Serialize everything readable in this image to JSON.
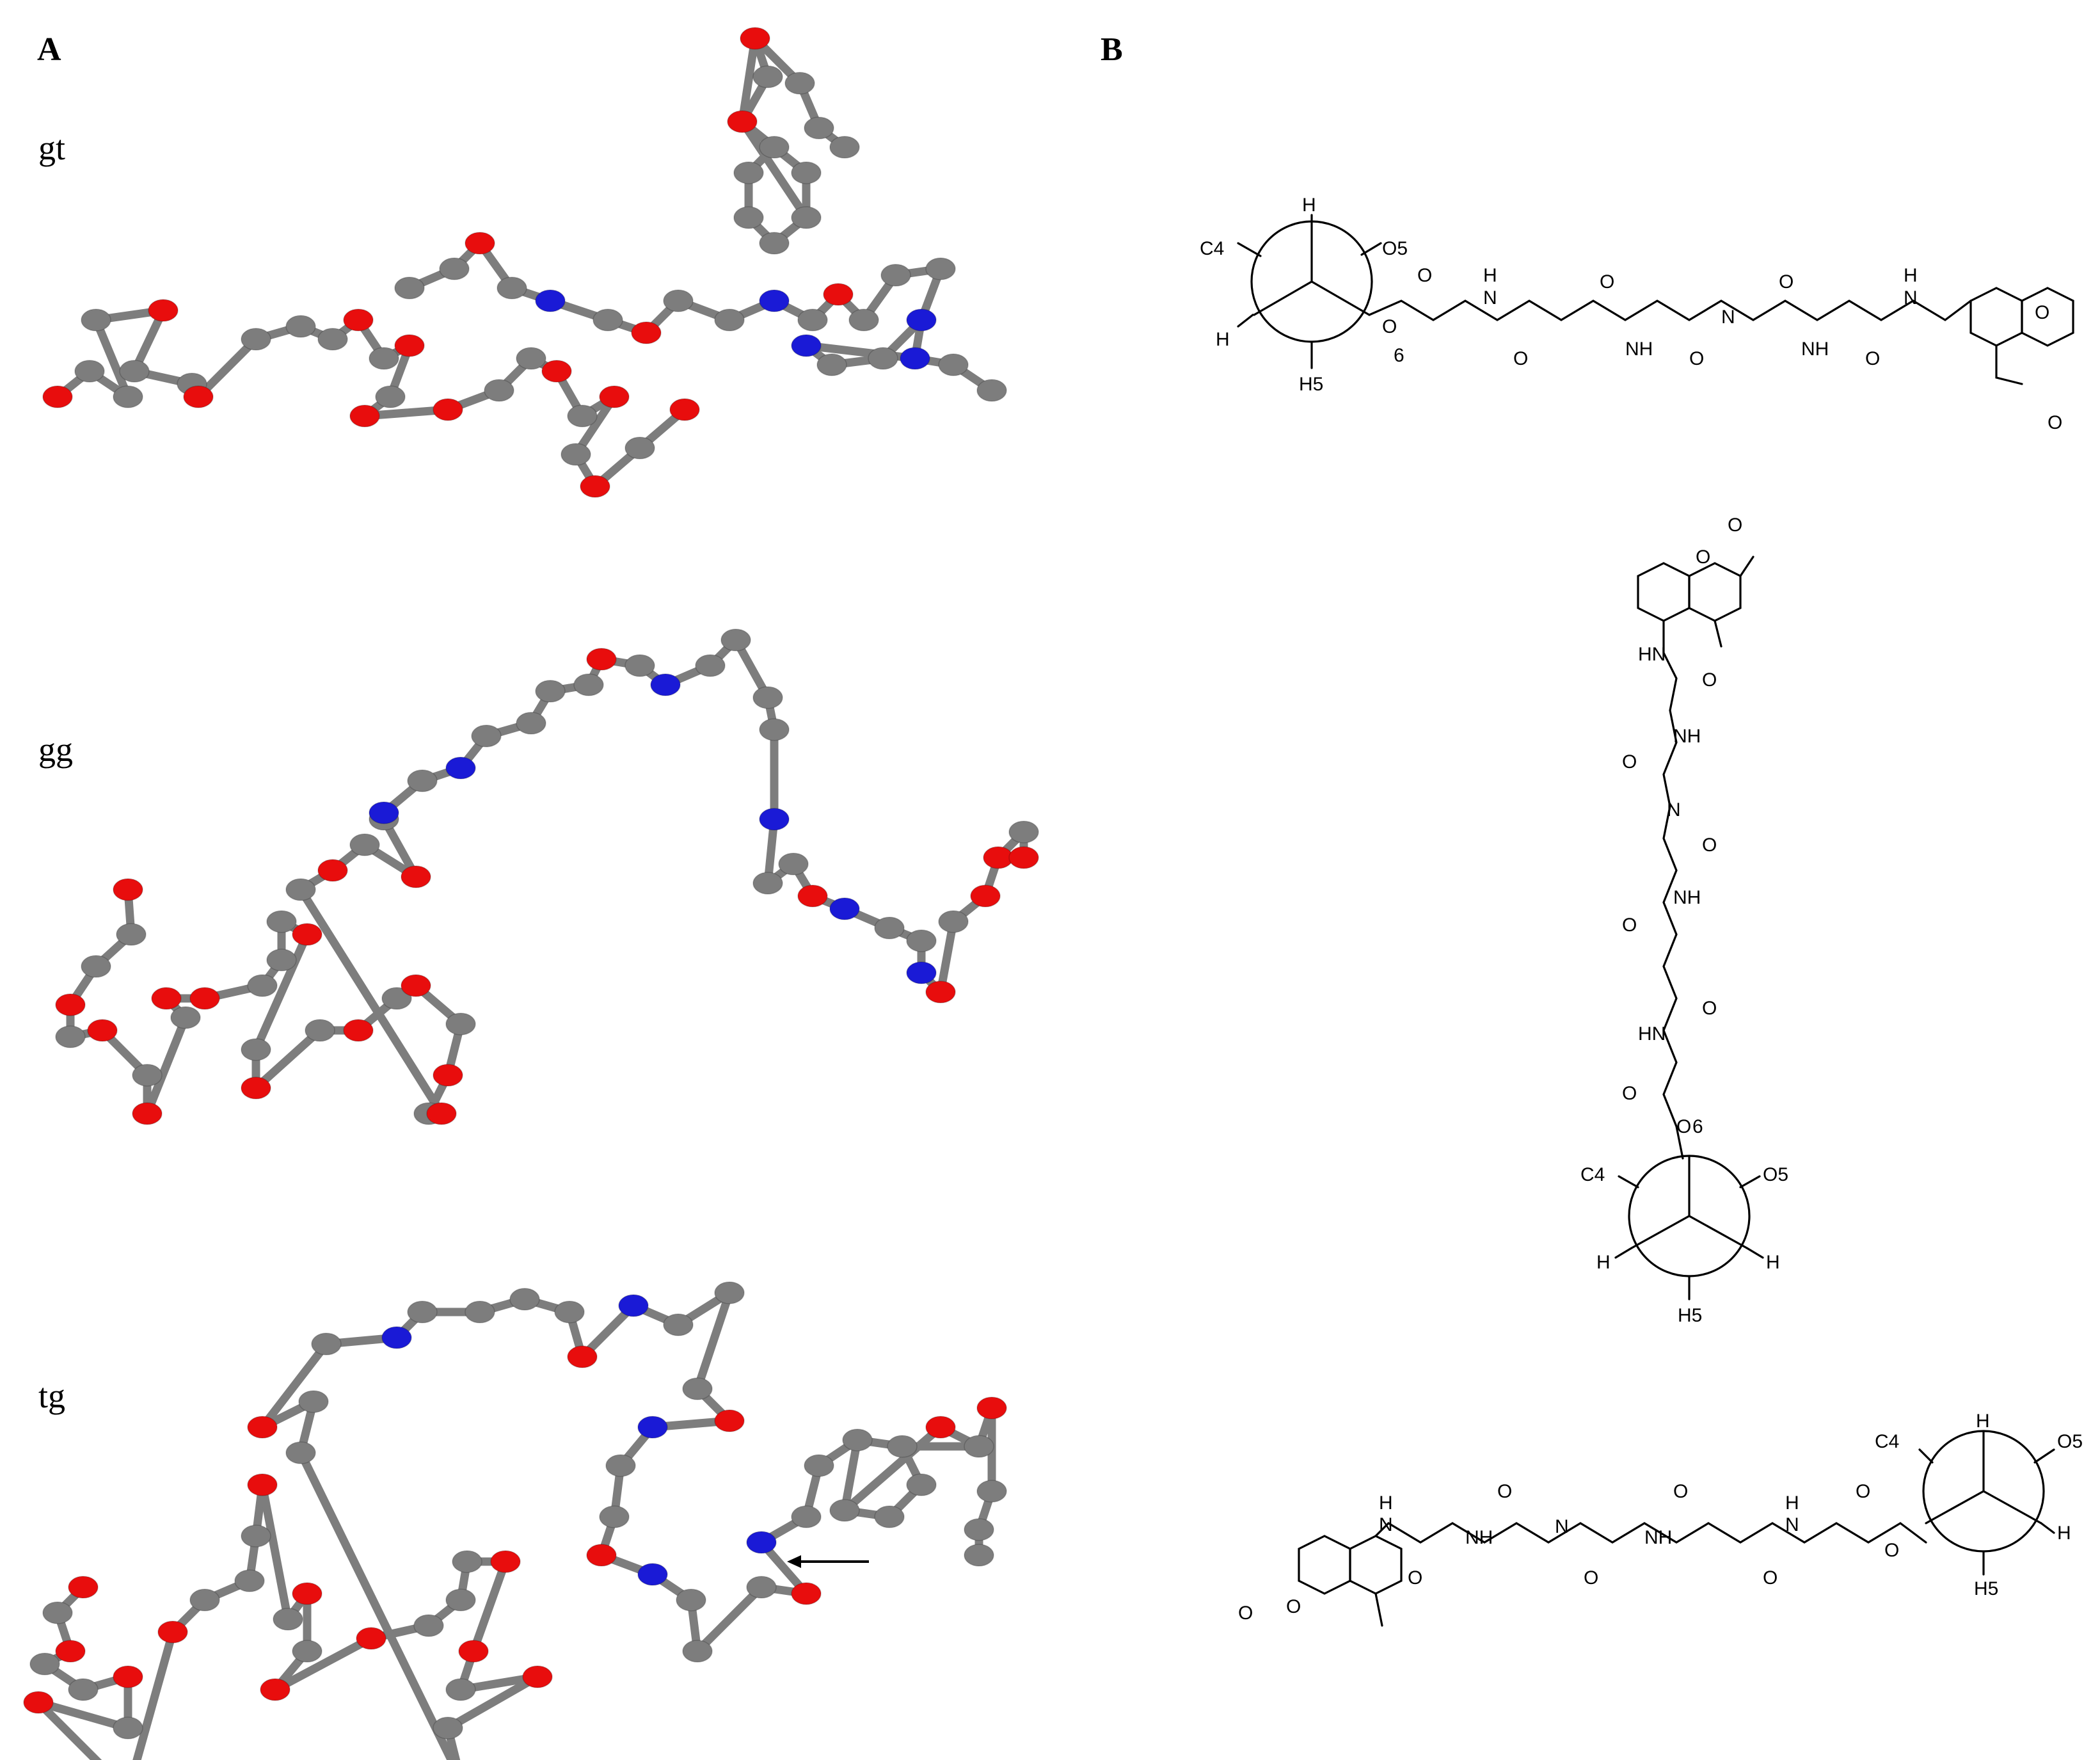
{
  "panels": {
    "a": "A",
    "b": "B"
  },
  "conformers": {
    "gt": "gt",
    "gg": "gg",
    "tg": "tg"
  },
  "labels": {
    "c4": "C4",
    "o5": "O5",
    "h": "H",
    "h5": "H5",
    "o6": "O",
    "six": "6",
    "o": "O",
    "n": "N",
    "nh": "NH",
    "hn": "HN",
    "h_only": "H"
  },
  "colors": {
    "carbon": "#7d7d7d",
    "oxygen": "#e80d0d",
    "nitrogen": "#1a1ad6",
    "bond": "#7d7d7d",
    "ink": "#000000"
  }
}
